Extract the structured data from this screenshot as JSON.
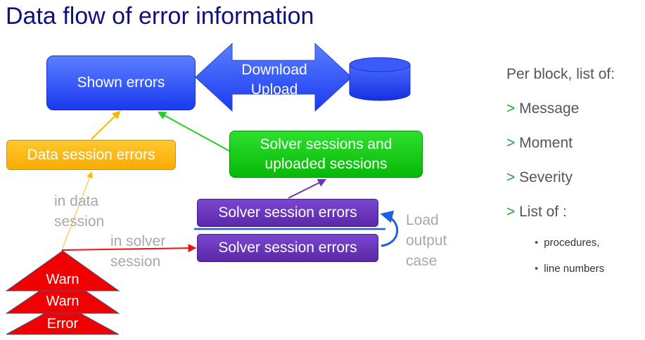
{
  "title": "Data flow of error information",
  "boxes": {
    "shown_errors": "Shown errors",
    "transfer_line1": "Download",
    "transfer_line2": "Upload",
    "data_session_errors": "Data session errors",
    "solver_sessions_line1": "Solver sessions and",
    "solver_sessions_line2": "uploaded sessions",
    "solver_session_errors_1": "Solver session errors",
    "solver_session_errors_2": "Solver session errors"
  },
  "labels": {
    "in_data_line1": "in data",
    "in_data_line2": "session",
    "in_solver_line1": "in solver",
    "in_solver_line2": "session",
    "load_line1": "Load",
    "load_line2": "output",
    "load_line3": "case"
  },
  "triangles": [
    "Warn",
    "Warn",
    "Error"
  ],
  "side_list": {
    "heading": "Per block, list of:",
    "marker": ">",
    "items": [
      "Message",
      "Moment",
      "Severity",
      "List of :"
    ],
    "sub_items": [
      "procedures,",
      "line numbers"
    ]
  },
  "colors": {
    "title": "#10107a",
    "shown_errors": "#2e50f8",
    "data_session": "#fbb80e",
    "solver_sessions": "#10c810",
    "solver_session_errors": "#6a34bc",
    "warn_error": "#f20000",
    "arrow_green": "#1fd01f",
    "arrow_red": "#f01010",
    "arrow_purple": "#6a34bc",
    "arrow_orange": "#f8b800"
  }
}
